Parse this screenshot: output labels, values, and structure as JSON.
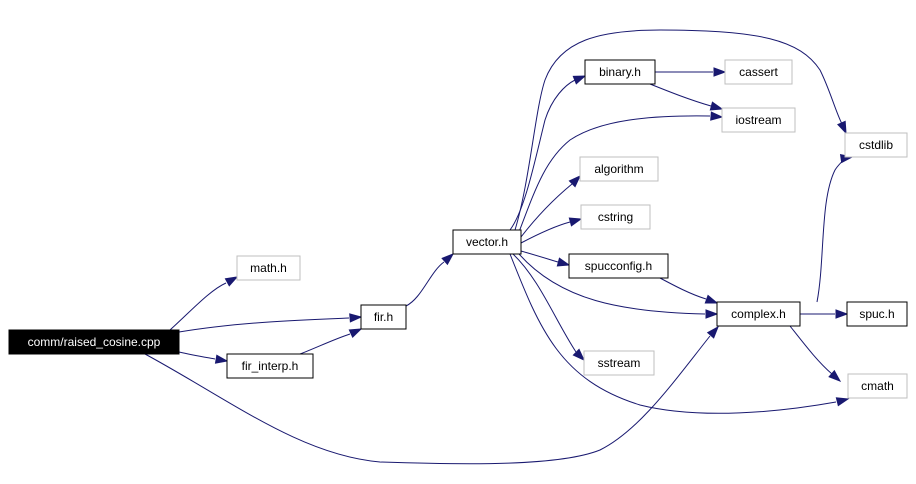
{
  "graph": {
    "title": "",
    "nodes": [
      {
        "id": "raised_cosine",
        "label": "comm/raised_cosine.cpp",
        "style": "root"
      },
      {
        "id": "math",
        "label": "math.h",
        "style": "external"
      },
      {
        "id": "fir",
        "label": "fir.h",
        "style": "internal"
      },
      {
        "id": "fir_interp",
        "label": "fir_interp.h",
        "style": "internal"
      },
      {
        "id": "vector",
        "label": "vector.h",
        "style": "internal"
      },
      {
        "id": "binary",
        "label": "binary.h",
        "style": "internal"
      },
      {
        "id": "cassert",
        "label": "cassert",
        "style": "external"
      },
      {
        "id": "iostream",
        "label": "iostream",
        "style": "external"
      },
      {
        "id": "algorithm",
        "label": "algorithm",
        "style": "external"
      },
      {
        "id": "cstring",
        "label": "cstring",
        "style": "external"
      },
      {
        "id": "spucconfig",
        "label": "spucconfig.h",
        "style": "internal"
      },
      {
        "id": "sstream",
        "label": "sstream",
        "style": "external"
      },
      {
        "id": "complex",
        "label": "complex.h",
        "style": "internal"
      },
      {
        "id": "cstdlib",
        "label": "cstdlib",
        "style": "external"
      },
      {
        "id": "spuc",
        "label": "spuc.h",
        "style": "internal"
      },
      {
        "id": "cmath",
        "label": "cmath",
        "style": "external"
      }
    ],
    "edges": [
      {
        "from": "raised_cosine",
        "to": "math"
      },
      {
        "from": "raised_cosine",
        "to": "fir"
      },
      {
        "from": "raised_cosine",
        "to": "fir_interp"
      },
      {
        "from": "raised_cosine",
        "to": "complex"
      },
      {
        "from": "fir_interp",
        "to": "fir"
      },
      {
        "from": "fir",
        "to": "vector"
      },
      {
        "from": "vector",
        "to": "binary"
      },
      {
        "from": "vector",
        "to": "cstdlib"
      },
      {
        "from": "vector",
        "to": "iostream"
      },
      {
        "from": "vector",
        "to": "algorithm"
      },
      {
        "from": "vector",
        "to": "cstring"
      },
      {
        "from": "vector",
        "to": "spucconfig"
      },
      {
        "from": "vector",
        "to": "complex"
      },
      {
        "from": "vector",
        "to": "sstream"
      },
      {
        "from": "vector",
        "to": "cmath"
      },
      {
        "from": "binary",
        "to": "cassert"
      },
      {
        "from": "binary",
        "to": "iostream"
      },
      {
        "from": "spucconfig",
        "to": "complex"
      },
      {
        "from": "complex",
        "to": "cstdlib"
      },
      {
        "from": "complex",
        "to": "spuc"
      },
      {
        "from": "complex",
        "to": "cmath"
      }
    ],
    "colors": {
      "edge": "#191970",
      "root_fill": "#000000",
      "root_text": "#ffffff",
      "internal_border": "#000000",
      "external_border": "#bfbfbf",
      "node_fill": "#ffffff",
      "node_text": "#000000"
    }
  }
}
